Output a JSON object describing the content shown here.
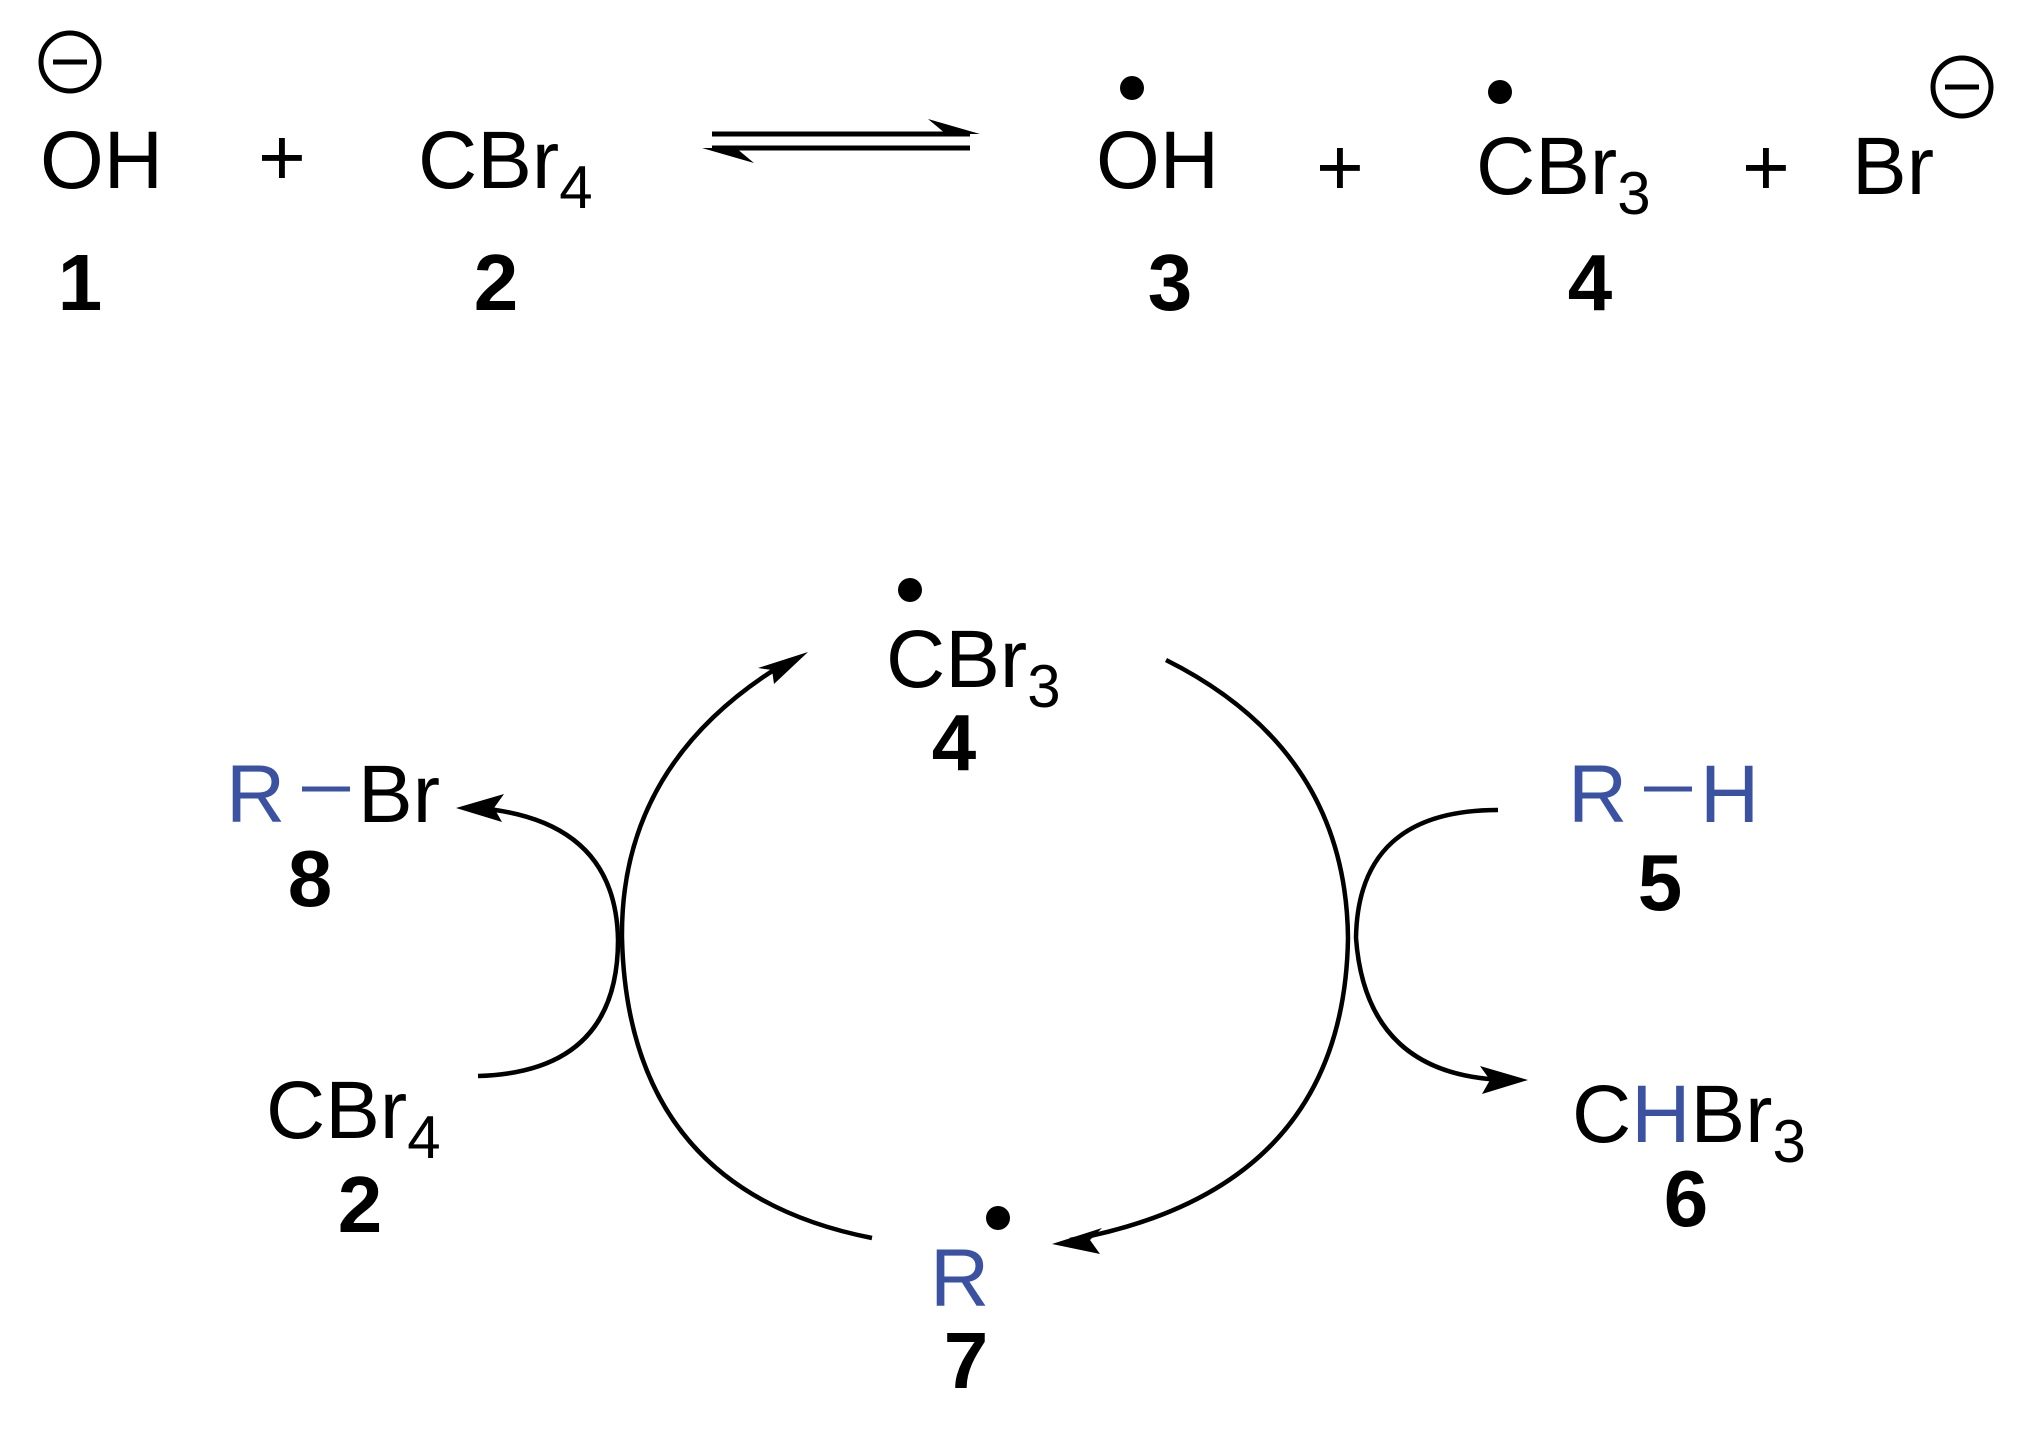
{
  "equation": {
    "hydroxide": "OH",
    "cbr4_base": "CBr",
    "cbr4_sub": "4",
    "oh_radical": "OH",
    "cbr3_base": "CBr",
    "cbr3_sub": "3",
    "bromide": "Br",
    "plus": "+",
    "labels": [
      "1",
      "2",
      "3",
      "4"
    ]
  },
  "cycle": {
    "cbr3_base": "CBr",
    "cbr3_sub": "3",
    "cbr3_label": "4",
    "r_br_r": "R",
    "r_br_br": "Br",
    "r_br_label": "8",
    "r_h_r": "R",
    "r_h_h": "H",
    "r_h_label": "5",
    "cbr4_base": "CBr",
    "cbr4_sub": "4",
    "cbr4_label": "2",
    "chbr3_c": "C",
    "chbr3_h": "H",
    "chbr3_br": "Br",
    "chbr3_sub": "3",
    "chbr3_label": "6",
    "r_radical": "R",
    "r_radical_label": "7"
  },
  "colors": {
    "black": "#000000",
    "blue": "#3b52a3"
  }
}
